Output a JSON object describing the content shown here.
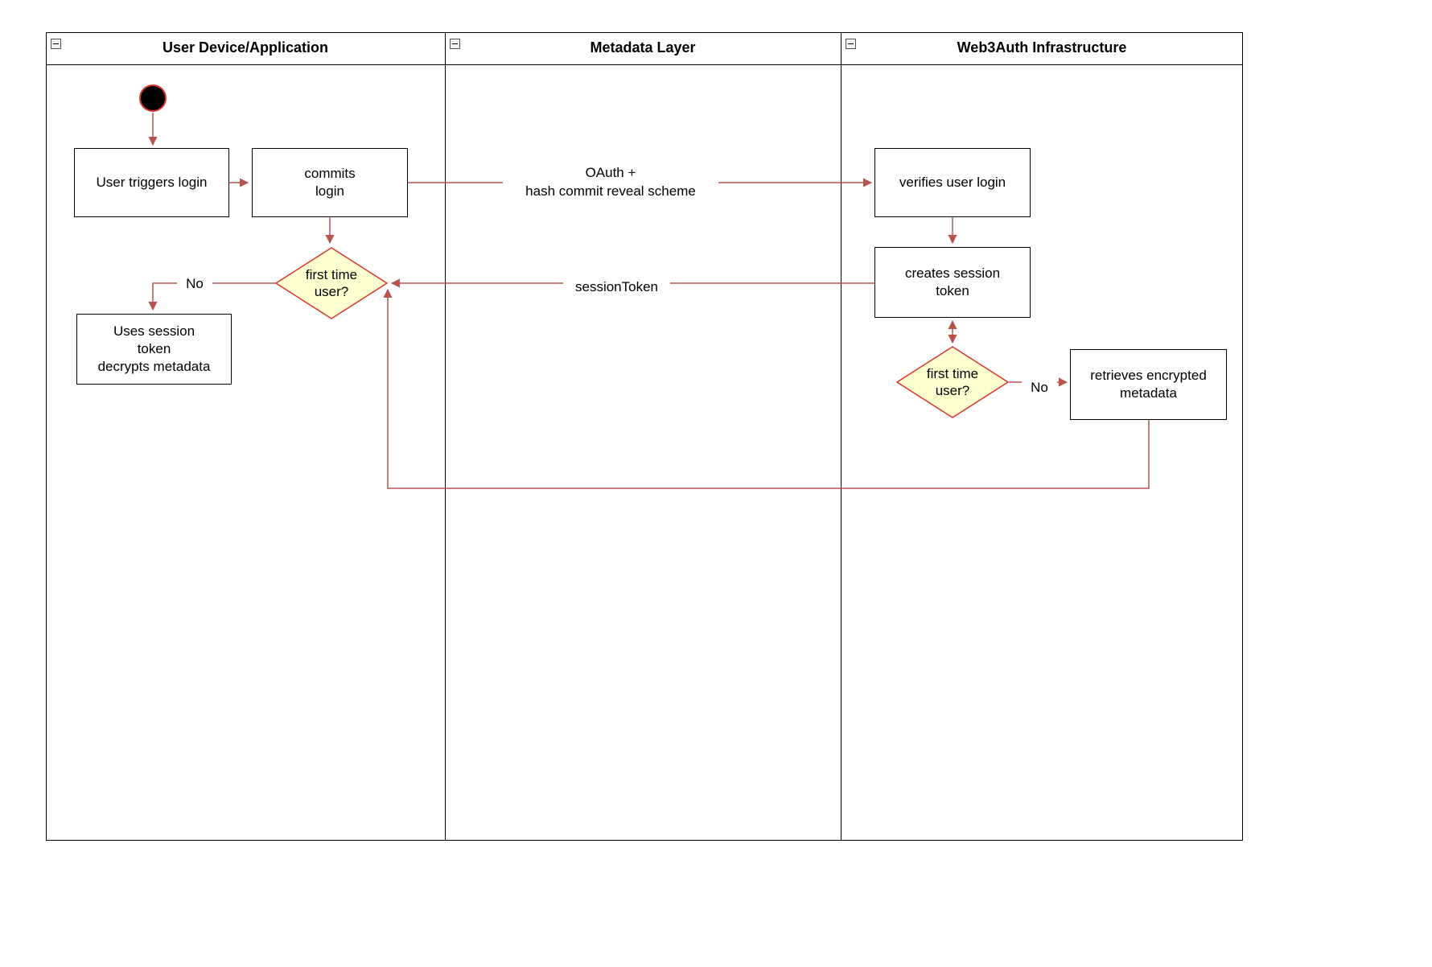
{
  "colors": {
    "edge": "#b85450",
    "decision_fill": "#ffffcf",
    "decision_border": "#d9342b",
    "start_fill": "#000000",
    "start_ring": "#d9342b",
    "shape_border": "#000000",
    "shape_fill": "#ffffff"
  },
  "lanes": [
    {
      "title": "User Device/Application"
    },
    {
      "title": "Metadata Layer"
    },
    {
      "title": "Web3Auth Infrastructure"
    }
  ],
  "nodes": {
    "user_triggers_login": "User triggers login",
    "commits_login": "commits\nlogin",
    "first_time_user_1": "first time\nuser?",
    "uses_session_token": "Uses session\ntoken\ndecrypts metadata",
    "verifies_user_login": "verifies user login",
    "creates_session_token": "creates session\ntoken",
    "first_time_user_2": "first time\nuser?",
    "retrieves_encrypted_metadata": "retrieves encrypted\nmetadata"
  },
  "edge_labels": {
    "oauth": "OAuth +\nhash commit reveal scheme",
    "session_token": "sessionToken",
    "no_left": "No",
    "no_right": "No"
  }
}
